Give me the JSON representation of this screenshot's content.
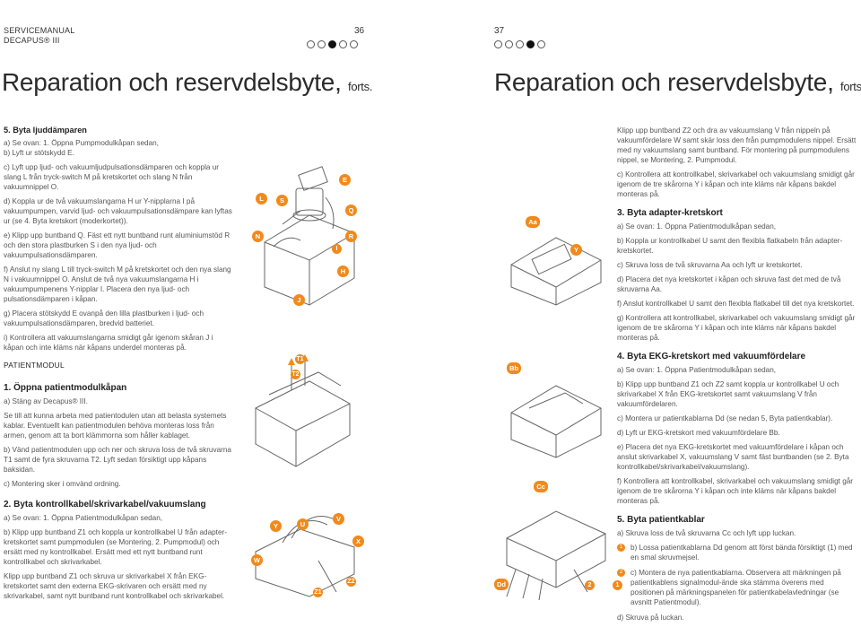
{
  "header": {
    "manual": "SERVICEMANUAL",
    "product": "DECAPUS® III",
    "left_page": "36",
    "right_page": "37",
    "title": "Reparation och reservdelsbyte,",
    "title_suffix": "forts."
  },
  "left": {
    "sec5_title": "5. Byta ljuddämparen",
    "sec5_a": "a) Se ovan: 1. Öppna Pumpmodulkåpan sedan,",
    "sec5_b": "b) Lyft ur stötskydd E.",
    "sec5_c": "c) Lyft upp ljud- och vakuumljudpulsationsdämparen och koppla ur slang L från tryck-switch M på kretskortet och slang N från vakuumnippel O.",
    "sec5_d": "d) Koppla ur de två vakuumslangarna H ur Y-nipplarna I på vakuumpumpen, varvid ljud- och vakuumpulsationsdämpare kan lyftas ur (se 4. Byta kretskort (moderkortet)).",
    "sec5_e": "e) Klipp upp buntband Q. Fäst ett nytt buntband runt aluminiumstöd R och den stora plastburken S i den nya ljud- och vakuumpulsationsdämparen.",
    "sec5_f": "f) Anslut ny slang L till tryck-switch M på kretskortet och den nya slang N i vakuumnippel O. Anslut de två nya vakuumslangarna H i vakuumpumpenens Y-nipplar I. Placera den nya ljud- och pulsationsdämparen i kåpan.",
    "sec5_g": "g) Placera stötskydd E ovanpå den lilla plastburken i ljud- och vakuumpulsationsdämparen, bredvid batteriet.",
    "sec5_i": "i) Kontrollera att vakuumslangarna smidigt går igenom skåran J i kåpan och inte kläms när kåpans underdel monteras på.",
    "patient_cap": "PATIENTMODUL",
    "sec1_title": "1. Öppna patientmodulkåpan",
    "sec1_a": "a) Stäng av Decapus® III.",
    "sec1_note": "Se till att kunna arbeta med patientodulen utan att belasta systemets kablar. Eventuellt kan patientmodulen behöva monteras loss från armen, genom att ta bort klämmorna som håller kablaget.",
    "sec1_b": "b) Vänd patientmodulen upp och ner och skruva loss de två skruvarna T1 samt de fyra skruvarna T2. Lyft sedan försiktigt upp kåpans baksidan.",
    "sec1_c": "c) Montering sker i omvänd ordning.",
    "sec2_title": "2. Byta kontrollkabel/skrivarkabel/vakuumslang",
    "sec2_a": "a) Se ovan: 1. Öppna Patientmodulkåpan sedan,",
    "sec2_b": "b) Klipp upp buntband Z1 och koppla ur kontrollkabel U från adapter-kretskortet samt pumpmodulen (se Montering, 2. Pumpmodul) och ersätt med ny kontrollkabel. Ersätt med ett nytt buntband runt kontrollkabel och skrivarkabel.",
    "sec2_c": "Klipp upp buntband Z1 och skruva ur skrivarkabel X från EKG-kretskortet samt den externa EKG-skrivaren och ersätt med ny skrivarkabel, samt nytt buntband runt kontrollkabel och skrivarkabel."
  },
  "right": {
    "top1": "Klipp upp buntband Z2 och dra av vakuumslang V från nippeln på vakuumfördelare W samt skär loss den från pumpmodulens nippel. Ersätt med ny vakuumslang samt buntband. För montering på pumpmodulens nippel, se Montering, 2. Pumpmodul.",
    "top2": "c) Kontrollera att kontrollkabel, skrivarkabel och vakuumslang smidigt går igenom de tre skårorna Y i kåpan och inte kläms när kåpans bakdel monteras på.",
    "sec3_title": "3. Byta adapter-kretskort",
    "sec3_a": "a) Se ovan: 1. Öppna Patientmodulkåpan sedan,",
    "sec3_b": "b) Koppla ur kontrollkabel U samt den flexibla flatkabeln från adapter-kretskortet.",
    "sec3_c": "c) Skruva loss de två skruvarna Aa och lyft ur kretskortet.",
    "sec3_d": "d) Placera det nya kretskortet i kåpan och skruva fast det med de två skruvarna Aa.",
    "sec3_f": "f) Anslut kontrollkabel U samt den flexibla flatkabel till det nya kretskortet.",
    "sec3_g": "g) Kontrollera att kontrollkabel, skrivarkabel och vakuumslang smidigt går igenom de tre skårorna Y i kåpan och inte kläms när kåpans bakdel monteras på.",
    "sec4_title": "4. Byta EKG-kretskort med vakuumfördelare",
    "sec4_a": "a) Se ovan: 1. Öppna Patientmodulkåpan sedan,",
    "sec4_b": "b) Klipp upp buntband Z1 och Z2 samt koppla ur kontrollkabel U och skrivarkabel X från EKG-kretskortet samt vakuumslang V från vakuumfördelaren.",
    "sec4_c": "c) Montera ur patientkablarna Dd (se nedan 5, Byta patientkablar).",
    "sec4_d": "d) Lyft ur EKG-kretskort med vakuumfördelare Bb.",
    "sec4_e": "e) Placera det nya EKG-kretskortet med vakuumfördelare i kåpan och anslut skrivarkabel X, vakuumslang V samt fäst buntbanden (se 2. Byta kontrollkabel/skrivarkabel/vakuumslang).",
    "sec4_f": "f) Kontrollera att kontrollkabel, skrivarkabel och vakuumslang smidigt går igenom de tre skårorna Y i kåpan och inte kläms när kåpans bakdel monteras på.",
    "sec5_title": "5. Byta patientkablar",
    "sec5_a": "a) Skruva loss de två skruvarna Cc och lyft upp luckan.",
    "sec5_b": "b) Lossa patientkablarna Dd genom att först bända försiktigt (1) med en smal skruvmejsel.",
    "sec5_c": "c) Montera de nya patientkablarna. Observera att märkningen på patientkablens signalmodul-ände ska stämma överens med positionen på märkningspanelen för patientkabelavledningar (se avsnitt Patientmodul).",
    "sec5_d": "d) Skruva på luckan."
  },
  "labels": {
    "L": "L",
    "S": "S",
    "E": "E",
    "Q": "Q",
    "N": "N",
    "R": "R",
    "I": "I",
    "H": "H",
    "J": "J",
    "T1": "T1",
    "T2": "T2",
    "Y": "Y",
    "U": "U",
    "V": "V",
    "X": "X",
    "W": "W",
    "Z1": "Z1",
    "Z2": "Z2",
    "Aa": "Aa",
    "Bb": "Bb",
    "Cc": "Cc",
    "Dd": "Dd",
    "one": "1",
    "two": "2"
  },
  "colors": {
    "accent": "#f08a1c",
    "text": "#555555",
    "heading": "#222222"
  }
}
